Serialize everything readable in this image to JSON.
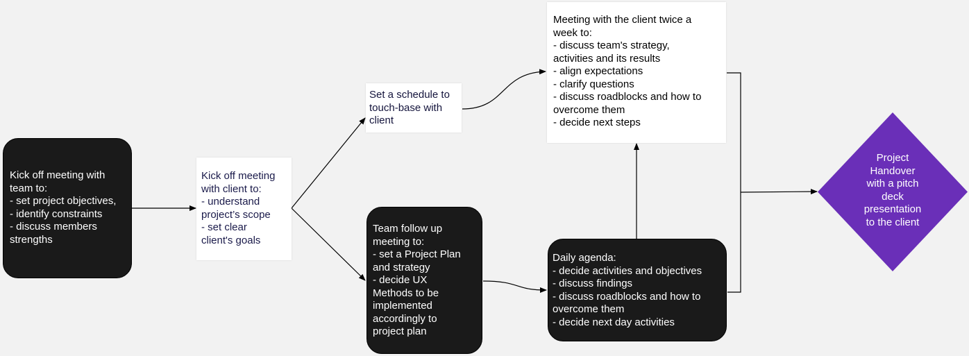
{
  "nodes": {
    "kickoff_team": "Kick off meeting with\nteam to:\n- set project objectives,\n- identify constraints\n- discuss members\nstrengths",
    "kickoff_client": "Kick off meeting\nwith client to:\n- understand\nproject’s scope\n- set clear\nclient's goals",
    "schedule": "Set a schedule to\ntouch-base with\nclient",
    "followup": "Team follow up\nmeeting to:\n- set a Project Plan\nand strategy\n- decide UX\nMethods to be\nimplemented\naccordingly to\nproject plan",
    "meeting": "Meeting with the client twice a\nweek to:\n- discuss team's strategy,\nactivities and its results\n- align expectations\n- clarify questions\n- discuss roadblocks and how to\novercome them\n- decide next steps",
    "daily": "Daily agenda:\n- decide activities and objectives\n- discuss findings\n- discuss roadblocks and how to\novercome them\n- decide next day activities",
    "handover": "Project\nHandover\nwith a pitch\ndeck\npresentation\nto the client"
  },
  "colors": {
    "background": "#f2f2f2",
    "dark_box": "#1a1a1a",
    "light_box": "#ffffff",
    "diamond": "#6a2fb8",
    "connector": "#000000"
  }
}
